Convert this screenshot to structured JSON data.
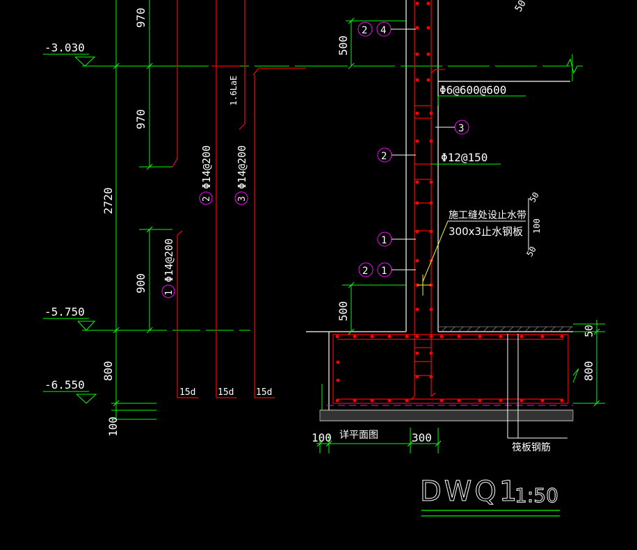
{
  "colors": {
    "background": "#000000",
    "dimension": "#00ff00",
    "rebar": "#ff0000",
    "wall": "#ffffff",
    "callout": "#ff00ff",
    "leader": "#ffff00",
    "hatch": "#888888"
  },
  "elevations": [
    "-3.030",
    "-5.750",
    "-6.550"
  ],
  "dimensions": {
    "left_970_top": "970",
    "left_970": "970",
    "left_2720": "2720",
    "left_900": "900",
    "left_800": "800",
    "left_100": "100",
    "mid_500_top": "500",
    "mid_500_bottom": "500",
    "right_50": "50",
    "right_800": "800",
    "bottom_100": "100",
    "bottom_300": "300",
    "seal_50_top": "50",
    "seal_100": "100",
    "seal_50_bottom": "50",
    "corner_50": "50"
  },
  "rebar_labels": {
    "r1": "Φ14@200",
    "r2": "Φ14@200",
    "r3": "Φ14@200",
    "stirrup": "Φ6@600@600",
    "horizontal": "Φ12@150",
    "lap": "1.6LaE"
  },
  "anchor_labels": [
    "15d",
    "15d",
    "15d"
  ],
  "callouts": {
    "c1": "1",
    "c2": "2",
    "c3": "3",
    "c4": "4"
  },
  "notes": {
    "waterstop_1": "施工缝处设止水带",
    "waterstop_2": "300x3止水钢板",
    "detail_plan": "详平面图",
    "raft_rebar": "筏板钢筋"
  },
  "title": {
    "name": "DWQ1",
    "scale": "1:50"
  }
}
